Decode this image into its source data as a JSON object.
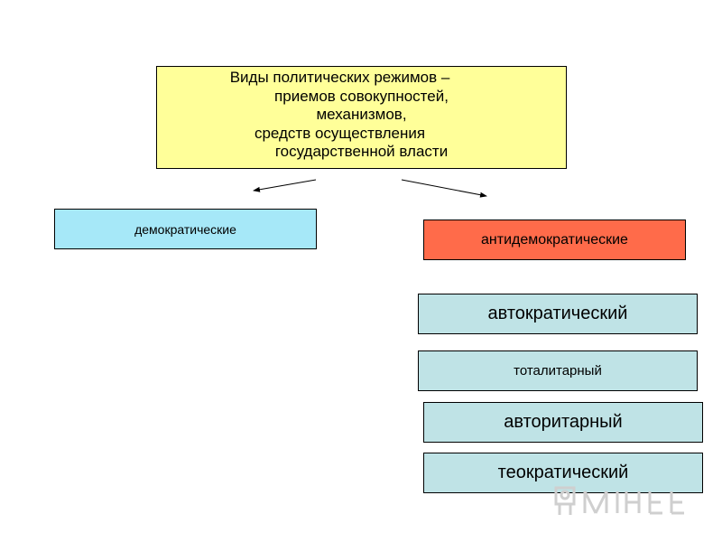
{
  "diagram": {
    "root": {
      "lines": [
        "Виды политических режимов –",
        "приемов совокупностей,",
        "механизмов,",
        "средств осуществления",
        "государственной власти"
      ],
      "color": "#ffff99"
    },
    "democratic": {
      "label": "демократические",
      "color": "#a6e8f8"
    },
    "antidemocratic": {
      "label": "антидемократические",
      "color": "#ff6b4a"
    },
    "antidemocratic_types": [
      {
        "label": "автократический"
      },
      {
        "label": "тоталитарный"
      },
      {
        "label": "авторитарный"
      },
      {
        "label": "теократический"
      }
    ],
    "sub_color": "#bfe3e6",
    "logo_icon": "presentation-logo-icon"
  }
}
